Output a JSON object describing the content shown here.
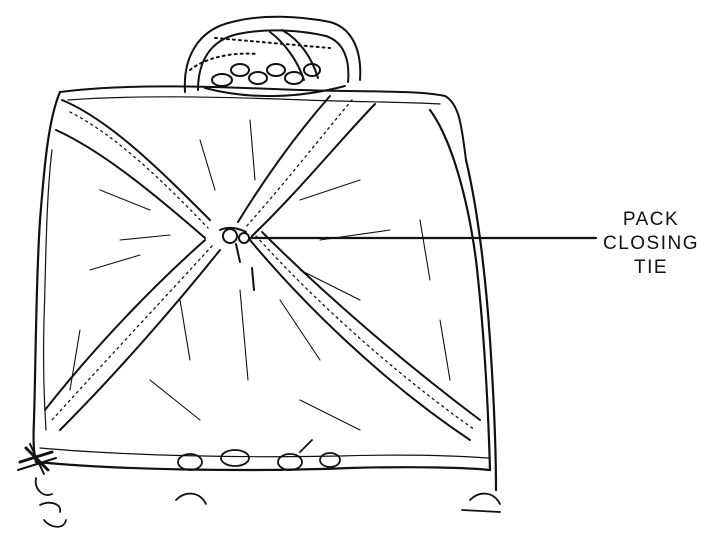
{
  "callout": {
    "line1": "PACK",
    "line2": "CLOSING",
    "line3": "TIE"
  },
  "colors": {
    "ink": "#111111",
    "background": "#ffffff"
  }
}
